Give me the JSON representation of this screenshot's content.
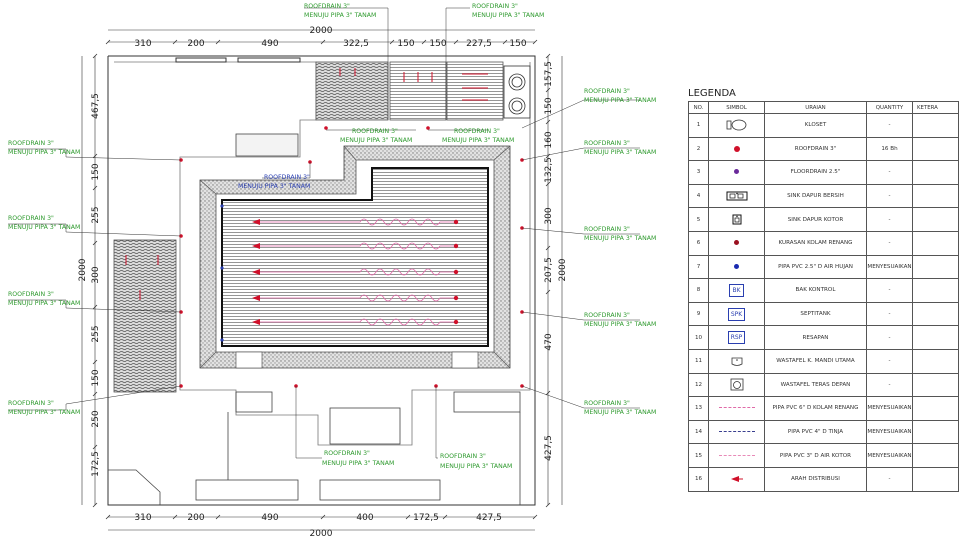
{
  "dimensions": {
    "top": [
      "310",
      "200",
      "490",
      "322,5",
      "150",
      "150",
      "227,5",
      "150"
    ],
    "top_total": "2000",
    "bottom": [
      "310",
      "200",
      "490",
      "400",
      "172,5",
      "427,5"
    ],
    "bottom_total": "2000",
    "left": [
      "467,5",
      "150",
      "255",
      "300",
      "255",
      "150",
      "250",
      "172,5"
    ],
    "left_total": "2000",
    "right": [
      "157,5",
      "150",
      "160",
      "132,5",
      "300",
      "207,5",
      "470",
      "427,5"
    ],
    "right_total": "2000"
  },
  "callouts": {
    "green_line1": "ROOFDRAIN 3\"",
    "green_line2": "MENUJU PIPA 3\" TANAM",
    "blue_line1": "ROOFDRAIN 3\"",
    "blue_line2": "MENUJU PIPA 3\" TANAM"
  },
  "legend": {
    "title": "LEGENDA",
    "headers": [
      "NO.",
      "SIMBOL",
      "URAIAN",
      "QUANTITY",
      "KETERA"
    ],
    "rows": [
      {
        "no": "1",
        "symbol": "kloset-icon",
        "uraian": "KLOSET",
        "quantity": "-"
      },
      {
        "no": "2",
        "symbol": "red-dot-icon",
        "uraian": "ROOFDRAIN 3\"",
        "quantity": "16 Bh"
      },
      {
        "no": "3",
        "symbol": "purple-dot-icon",
        "uraian": "FLOORDRAIN 2.5\"",
        "quantity": "-"
      },
      {
        "no": "4",
        "symbol": "sink-double-icon",
        "uraian": "SINK DAPUR BERSIH",
        "quantity": "-"
      },
      {
        "no": "5",
        "symbol": "sink-single-icon",
        "uraian": "SINK DAPUR KOTOR",
        "quantity": "-"
      },
      {
        "no": "6",
        "symbol": "darkred-dot-icon",
        "uraian": "KURASAN KOLAM RENANG",
        "quantity": "-"
      },
      {
        "no": "7",
        "symbol": "blue-dot-icon",
        "uraian": "PIPA PVC 2.5\" D AIR HUJAN",
        "quantity": "MENYESUAIKAN"
      },
      {
        "no": "8",
        "symbol": "BK",
        "uraian": "BAK KONTROL",
        "quantity": "-"
      },
      {
        "no": "9",
        "symbol": "SPK",
        "uraian": "SEPTITANK",
        "quantity": "-"
      },
      {
        "no": "10",
        "symbol": "RSP",
        "uraian": "RESAPAN",
        "quantity": "-"
      },
      {
        "no": "11",
        "symbol": "wastafel-icon",
        "uraian": "WASTAFEL K. MANDI UTAMA",
        "quantity": "-"
      },
      {
        "no": "12",
        "symbol": "wastafel-round-icon",
        "uraian": "WASTAFEL TERAS DEPAN",
        "quantity": "-"
      },
      {
        "no": "13",
        "symbol": "pink-dashed-line",
        "uraian": "PIPA PVC 6\" D KOLAM RENANG",
        "quantity": "MENYESUAIKAN"
      },
      {
        "no": "14",
        "symbol": "navy-dashed-line",
        "uraian": "PIPA PVC 4\" D TINJA",
        "quantity": "MENYESUAIKAN"
      },
      {
        "no": "15",
        "symbol": "pink-dashed-line-2",
        "uraian": "PIPA PVC 3\" D AIR KOTOR",
        "quantity": "MENYESUAIKAN"
      },
      {
        "no": "16",
        "symbol": "arrow-icon",
        "uraian": "ARAH DISTRIBUSI",
        "quantity": "-"
      }
    ]
  },
  "colors": {
    "roofdrain": "#d0102a",
    "note_green": "#2e9a2e",
    "note_blue": "#2a3fb0",
    "pink_pipe": "#e06aa8",
    "navy_pipe": "#3a3f8f"
  }
}
